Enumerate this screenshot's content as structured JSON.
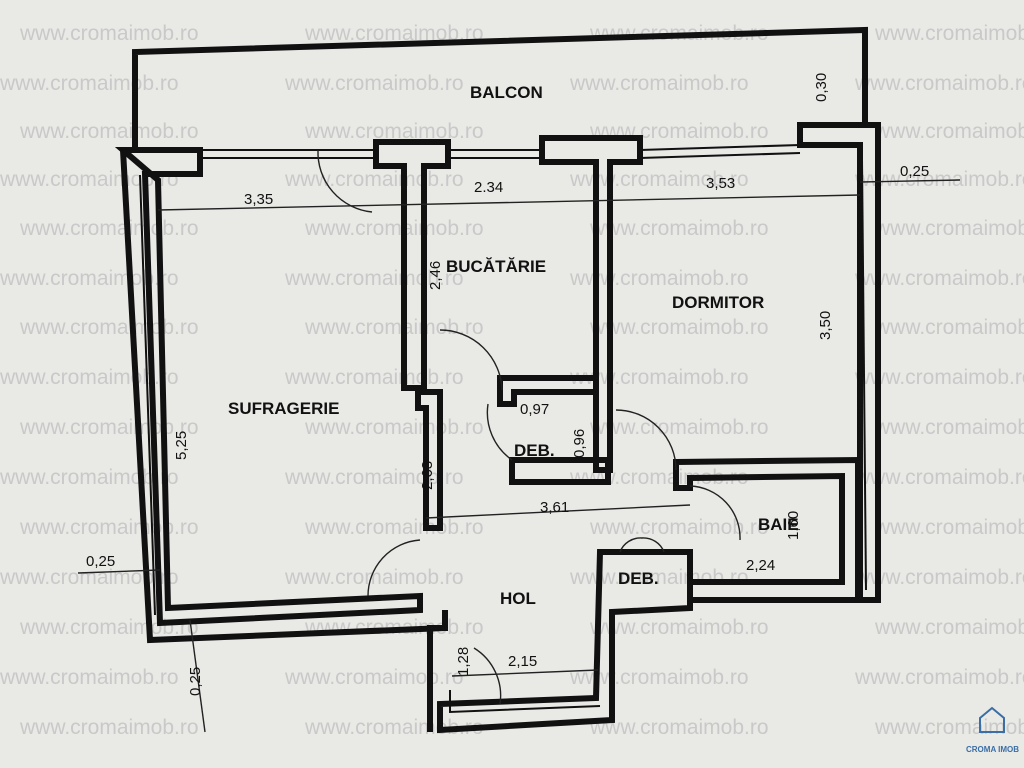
{
  "watermark": "www.cromaimob.ro",
  "rooms": {
    "balcon": "BALCON",
    "bucatarie": "BUCĂTĂRIE",
    "dormitor": "DORMITOR",
    "sufragerie": "SUFRAGERIE",
    "deb1": "DEB.",
    "deb2": "DEB.",
    "baie": "BAIE",
    "hol": "HOL"
  },
  "dimensions": {
    "balcon_depth": "0,30",
    "sufragerie_width": "3,35",
    "bucatarie_width": "2.34",
    "dormitor_width": "3,53",
    "wall_right": "0,25",
    "bucatarie_depth": "2,46",
    "dormitor_depth": "3,50",
    "deb1_width": "0,97",
    "deb1_depth": "0,96",
    "sufragerie_depth": "5,25",
    "hol_depth": "2,63",
    "hol_width": "3,61",
    "baie_depth": "1,60",
    "wall_left": "0,25",
    "baie_width": "2,24",
    "wall_bottom": "0,25",
    "entry_depth": "1,28",
    "entry_width": "2,15"
  },
  "logo": {
    "text": "CROMA IMOB"
  }
}
